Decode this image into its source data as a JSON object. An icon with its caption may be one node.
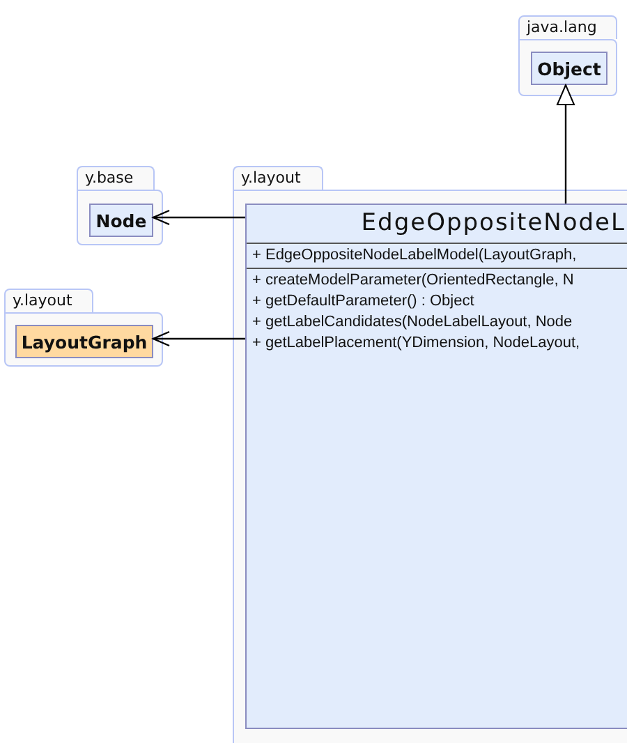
{
  "diagram": {
    "nodes": [
      {
        "text": [
          "java.lang"
        ]
      },
      {
        "text": [
          "Object"
        ],
        "in": 0
      },
      {
        "text": [
          "y.base"
        ]
      },
      {
        "text": [
          "Node"
        ],
        "in": 2
      },
      {
        "text": [
          "y.layout"
        ]
      },
      {
        "text": [
          "LayoutGraph"
        ],
        "in": 4
      },
      {
        "text": [
          "y.layout"
        ]
      },
      {
        "text": [
          "EdgeOppositeNodeL",
          "+ EdgeOppositeNodeLabelModel(LayoutGraph,",
          "+ createModelParameter(OrientedRectangle, N",
          "+ getDefaultParameter() : Object",
          "+ getLabelCandidates(NodeLabelLayout, Node",
          "+ getLabelPlacement(YDimension, NodeLayout,"
        ],
        "in": 6
      }
    ],
    "edges": [
      {
        "from": 7,
        "to": 1,
        "arrow": "to"
      },
      {
        "from": 7,
        "to": 3,
        "arrow": "to"
      },
      {
        "from": 7,
        "to": 5,
        "arrow": "to"
      }
    ]
  }
}
